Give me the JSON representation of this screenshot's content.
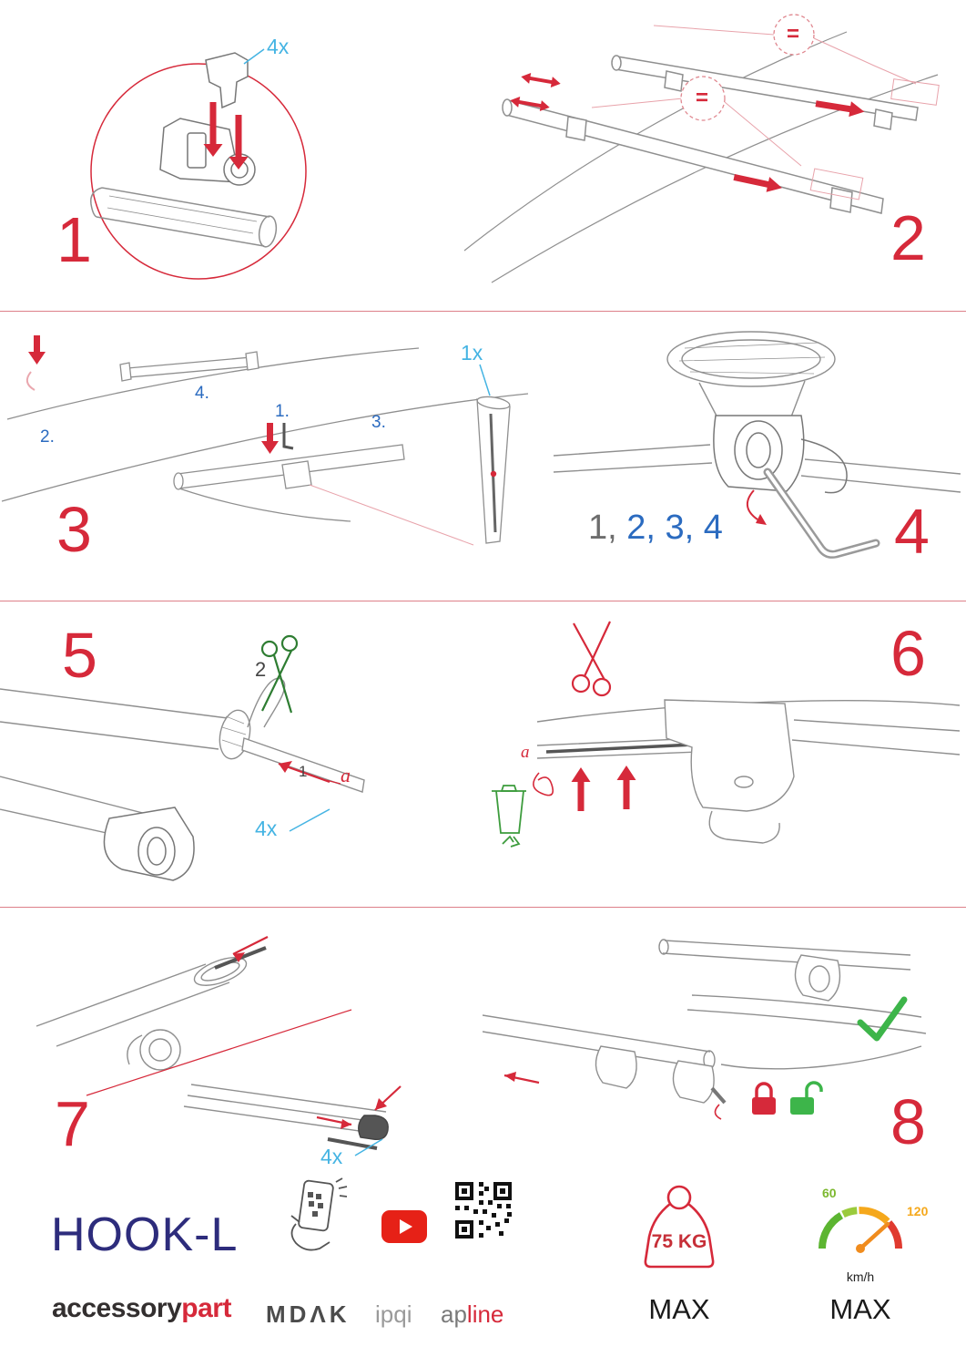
{
  "colors": {
    "accent_red": "#d6293a",
    "accent_blue": "#45b4e3",
    "sequence_blue": "#2b6bc0",
    "success_green": "#3db54a",
    "brand_navy": "#2d2c7c",
    "gauge_green": "#7cb82f",
    "gauge_orange": "#f5a81c"
  },
  "steps": {
    "s1": {
      "number": "1",
      "qty": "4x"
    },
    "s2": {
      "number": "2",
      "equal_top": "=",
      "equal_mid": "="
    },
    "s3": {
      "number": "3",
      "qty": "1x",
      "sub1": "1.",
      "sub2": "2.",
      "sub3": "3.",
      "sub4": "4."
    },
    "s4": {
      "number": "4",
      "seq_done": "1,",
      "seq_todo": "2, 3, 4"
    },
    "s5": {
      "number": "5",
      "cut_label": "2",
      "pull_label": "1",
      "strap_label": "a",
      "qty": "4x"
    },
    "s6": {
      "number": "6",
      "strap_label": "a"
    },
    "s7": {
      "number": "7",
      "qty": "4x"
    },
    "s8": {
      "number": "8"
    }
  },
  "footer": {
    "product_name": "HOOK-L",
    "brand_name_dark": "accessory",
    "brand_name_red": "part",
    "logo_mdak": "MDΛK",
    "logo_ipqi": "ipqi",
    "logo_apline_gray": "ap",
    "logo_apline_red": "line",
    "weight_limit": "75 KG",
    "weight_max_label": "MAX",
    "gauge_low": "60",
    "gauge_high": "120",
    "gauge_unit": "km/h",
    "speed_max_label": "MAX"
  }
}
